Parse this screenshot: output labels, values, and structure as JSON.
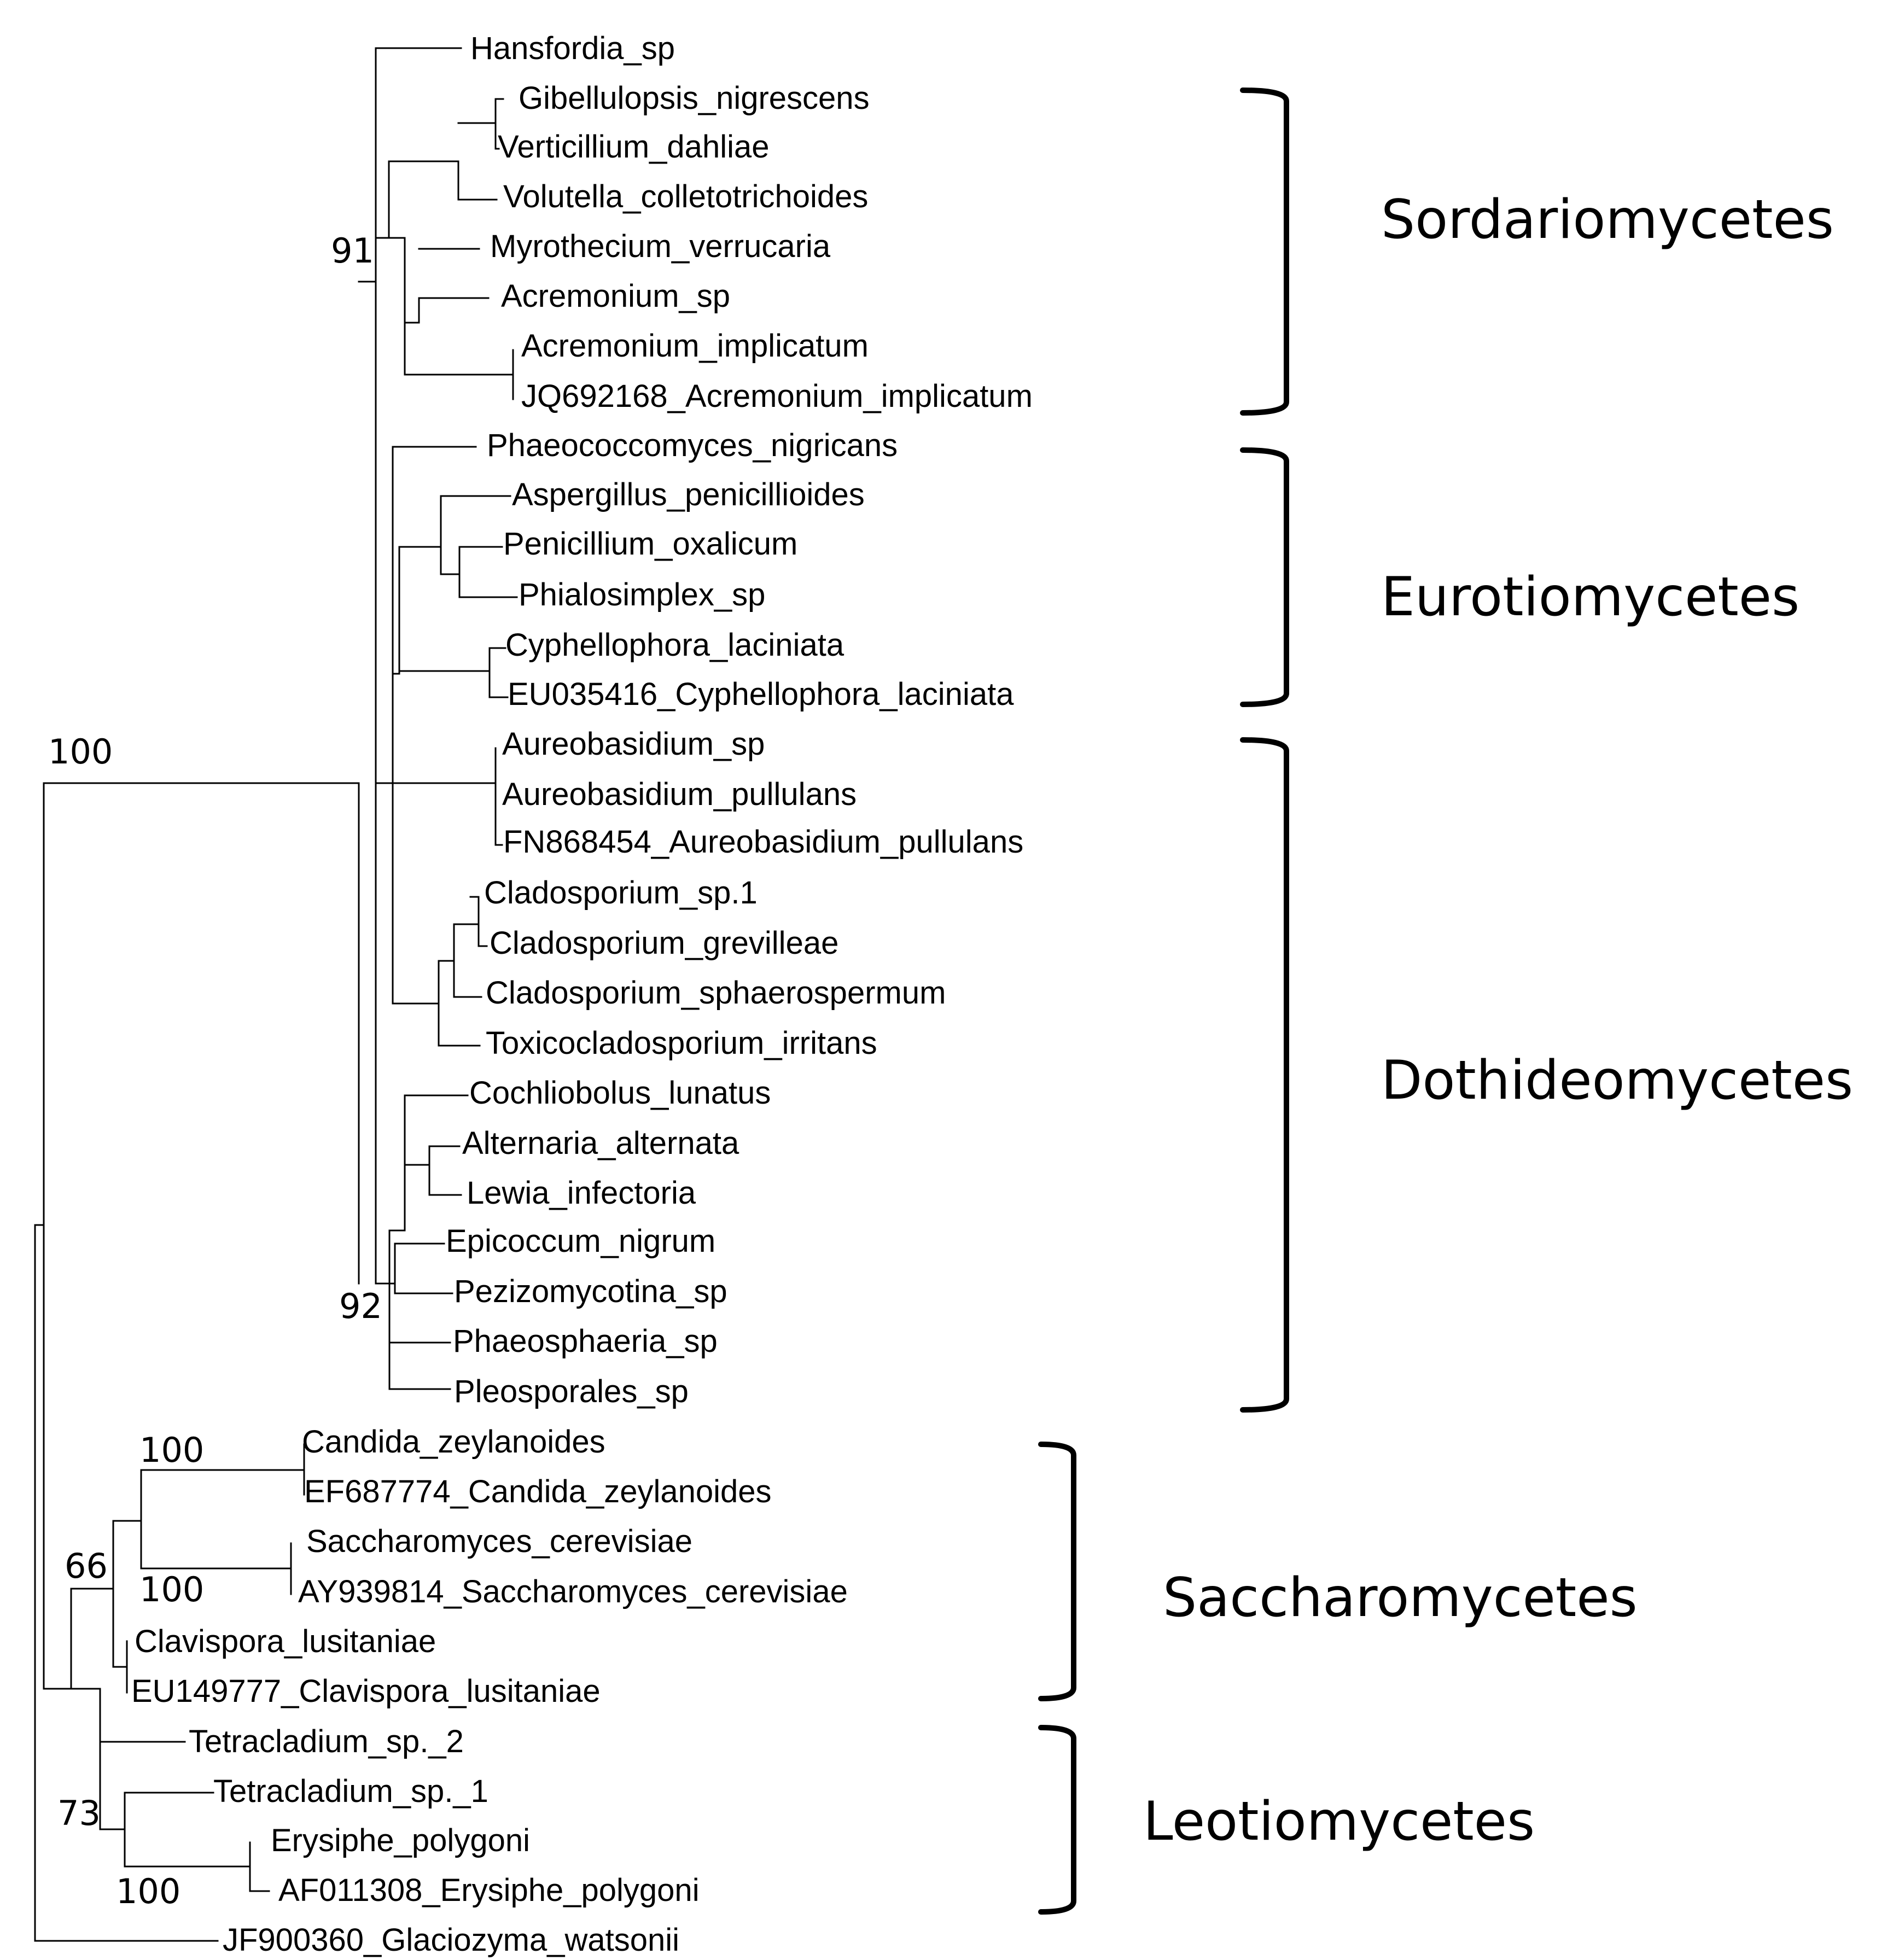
{
  "taxa": [
    "Hansfordia_sp",
    "Gibellulopsis_nigrescens",
    "Verticillium_dahliae",
    "Volutella_colletotrichoides",
    "Myrothecium_verrucaria",
    "Acremonium_sp",
    "Acremonium_implicatum",
    "JQ692168_Acremonium_implicatum",
    "Phaeococcomyces_nigricans",
    "Aspergillus_penicillioides",
    "Penicillium_oxalicum",
    "Phialosimplex_sp",
    "Cyphellophora_laciniata",
    "EU035416_Cyphellophora_laciniata",
    "Aureobasidium_sp",
    "Aureobasidium_pullulans",
    "FN868454_Aureobasidium_pullulans",
    "Cladosporium_sp.1",
    "Cladosporium_grevilleae",
    "Cladosporium_sphaerospermum",
    "Toxicocladosporium_irritans",
    "Cochliobolus_lunatus",
    "Alternaria_alternata",
    "Lewia_infectoria",
    "Epicoccum_nigrum",
    "Pezizomycotina_sp",
    "Phaeosphaeria_sp",
    "Pleosporales_sp",
    "Candida_zeylanoides",
    "EF687774_Candida_zeylanoides",
    "Saccharomyces_cerevisiae",
    "AY939814_Saccharomyces_cerevisiae",
    "Clavispora_lusitaniae",
    "EU149777_Clavispora_lusitaniae",
    "Tetracladium_sp._2",
    "Tetracladium_sp._1",
    "Erysiphe_polygoni",
    "AF011308_Erysiphe_polygoni",
    "JF900360_Glaciozyma_watsonii"
  ],
  "support_values": {
    "pezizomycotina": "100",
    "sordariomycetes": "91",
    "pleosporales": "92",
    "candida": "100",
    "saccharomyces": "100",
    "saccharomycetes": "66",
    "leotiomycetes": "73",
    "erysiphe": "100"
  },
  "clades": {
    "sordariomycetes": "Sordariomycetes",
    "eurotiomycetes": "Eurotiomycetes",
    "dothideomycetes": "Dothideomycetes",
    "saccharomycetes": "Saccharomycetes",
    "leotiomycetes": "Leotiomycetes"
  }
}
